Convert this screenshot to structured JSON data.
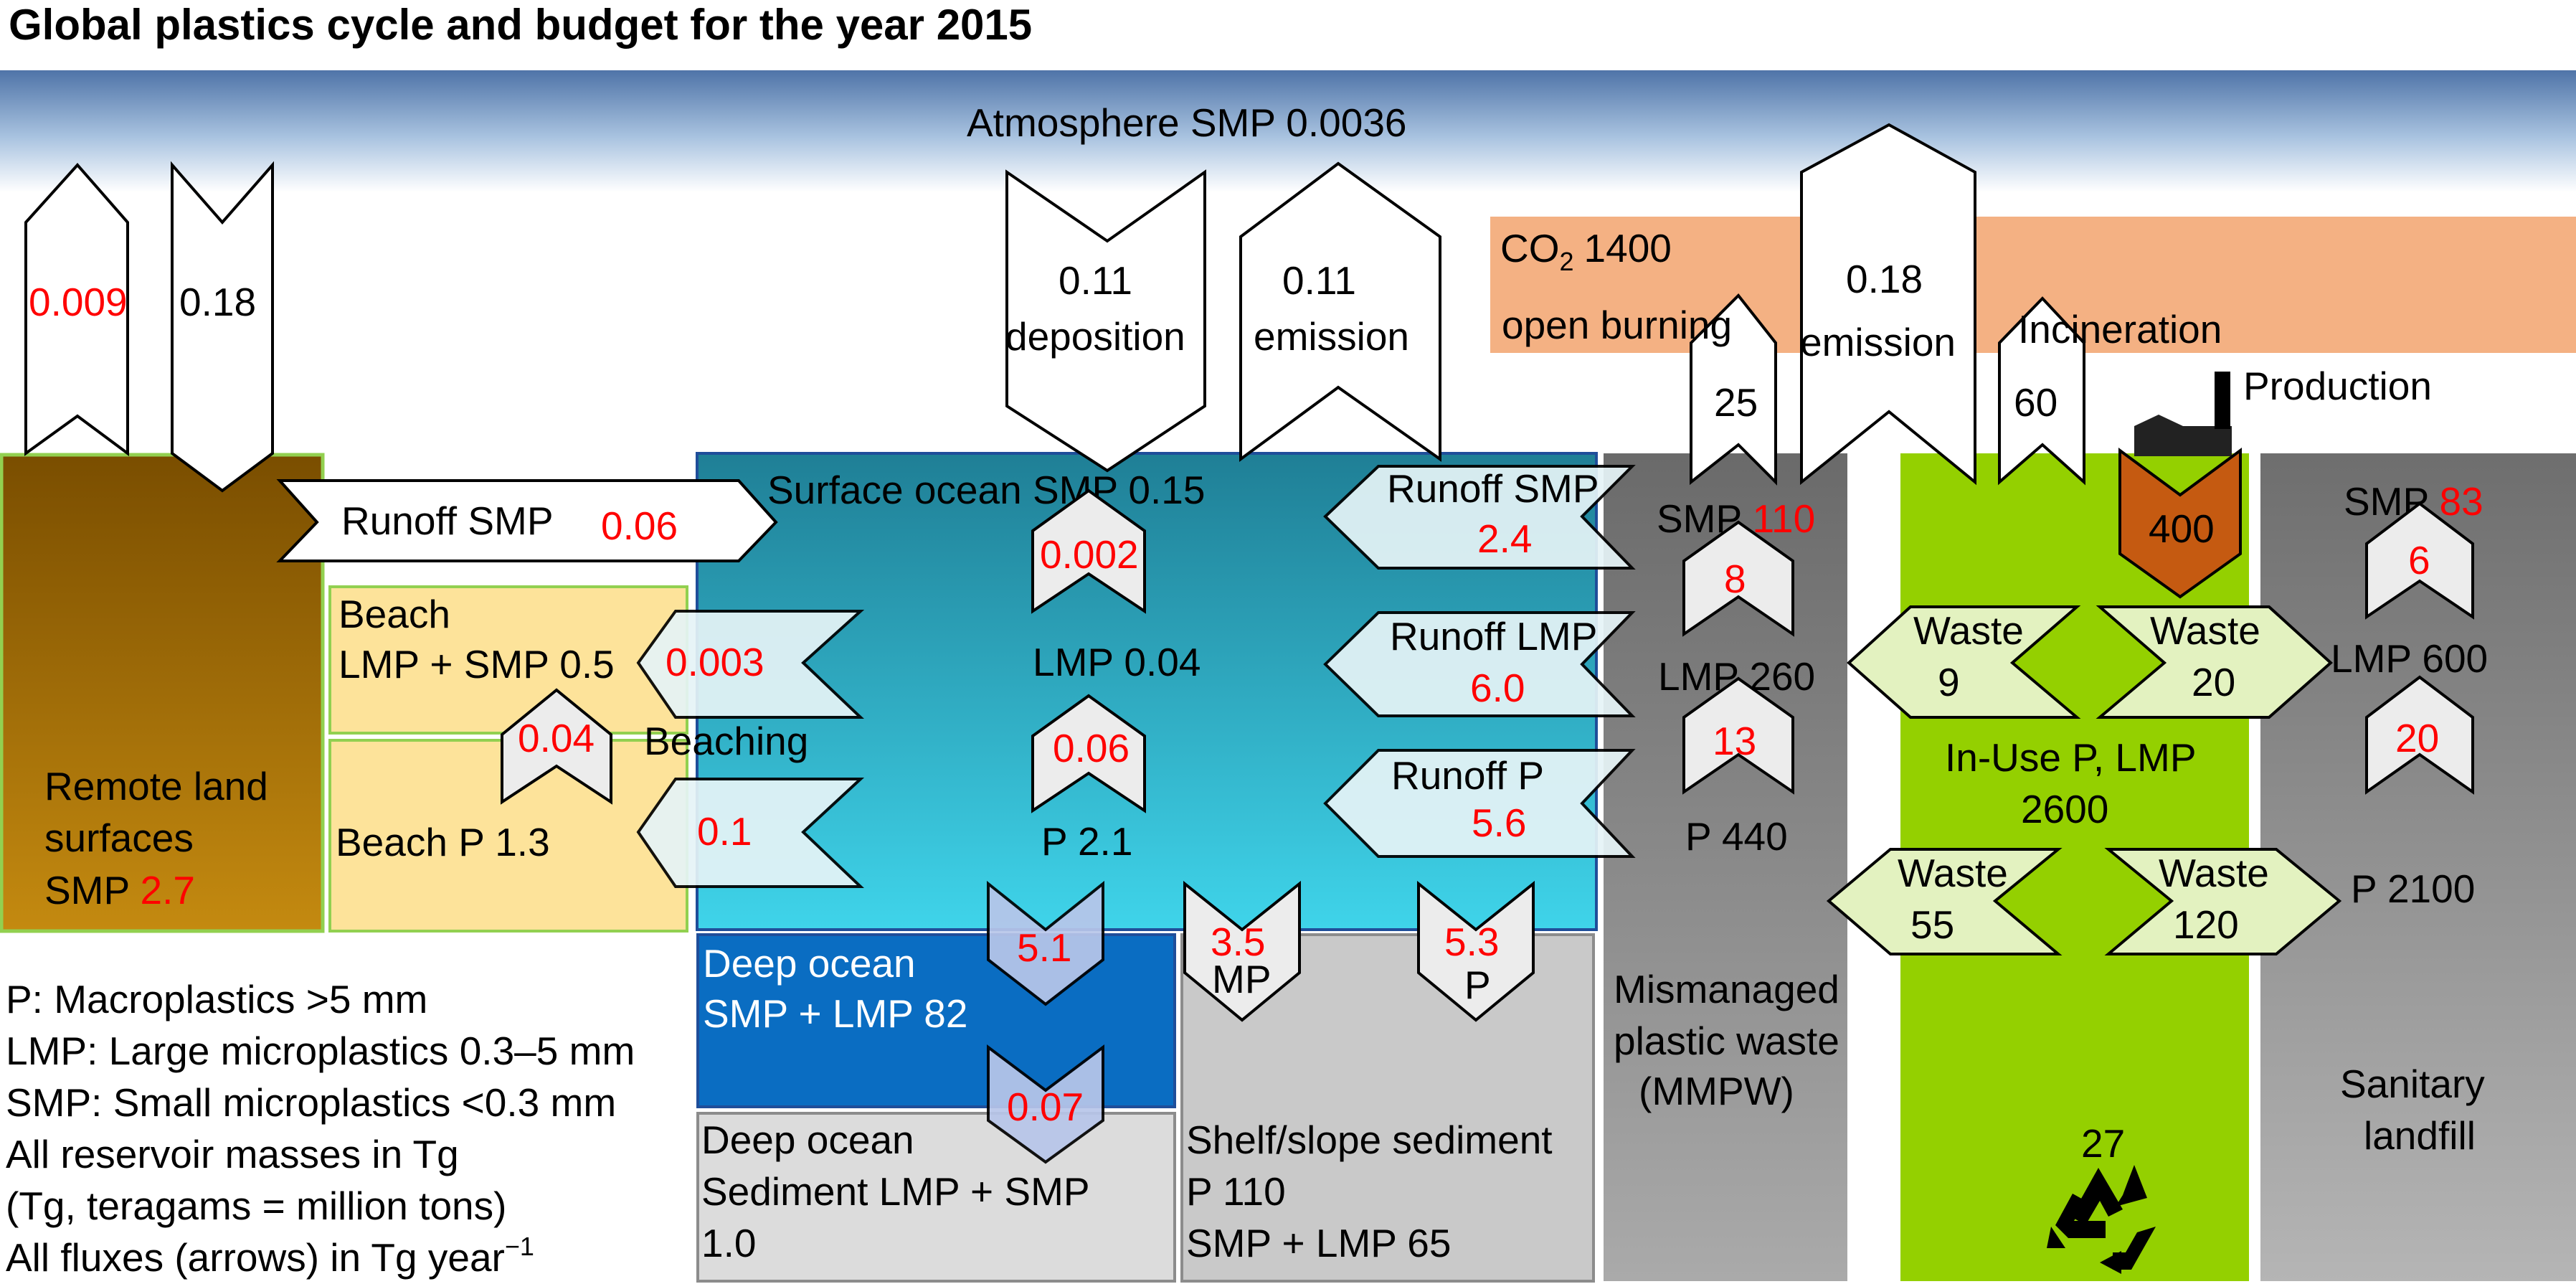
{
  "title": "Global plastics cycle and budget for the year 2015",
  "atmosphere": {
    "label": "Atmosphere SMP 0.0036"
  },
  "co2": {
    "label": "CO",
    "sub": "2",
    "value": "1400"
  },
  "remote_land": {
    "line1": "Remote land",
    "line2": "surfaces",
    "smp_label": "SMP",
    "smp_value": "2.7"
  },
  "land_atm_fluxes": {
    "up": "0.009",
    "down": "0.18"
  },
  "runoff_remote": {
    "label": "Runoff SMP",
    "value": "0.06"
  },
  "beach": {
    "line1": "Beach",
    "line2": "LMP + SMP 0.5",
    "p": "Beach P 1.3",
    "beaching": "Beaching",
    "beach_flux": "0.04"
  },
  "surface_ocean": {
    "label": "Surface ocean SMP 0.15",
    "lmp": "LMP  0.04",
    "p": "P 2.1",
    "f_smp_lmp": "0.002",
    "f_lmp_p": "0.06",
    "beach_lmp": "0.003",
    "beach_p": "0.1"
  },
  "atm_ocean": {
    "deposition_value": "0.11",
    "deposition_label": "deposition",
    "emission_value": "0.11",
    "emission_label": "emission"
  },
  "deep_ocean": {
    "line1": "Deep ocean",
    "line2": "SMP + LMP 82",
    "flux_in": "5.1",
    "flux_sed": "0.07"
  },
  "deep_sediment": {
    "line1": "Deep ocean",
    "line2": "Sediment LMP + SMP",
    "line3": "1.0"
  },
  "shelf": {
    "line1": "Shelf/slope sediment",
    "line2": "P 110",
    "line3": "SMP + LMP 65",
    "mp_value": "3.5",
    "mp_label": "MP",
    "p_value": "5.3",
    "p_label": "P"
  },
  "runoffs": [
    {
      "label": "Runoff SMP",
      "value": "2.4"
    },
    {
      "label": "Runoff LMP",
      "value": "6.0"
    },
    {
      "label": "Runoff P",
      "value": "5.6"
    }
  ],
  "mmpw": {
    "smp_label": "SMP",
    "smp_value": "110",
    "lmp": "LMP 260",
    "p": "P 440",
    "f1": "8",
    "f2": "13",
    "open_burning": "open burning",
    "burn_value": "25",
    "emission_value": "0.18",
    "emission_label": "emission",
    "line1": "Mismanaged",
    "line2": "plastic waste",
    "line3": "(MMPW)"
  },
  "inuse": {
    "label1": "In-Use P, LMP",
    "label2": "2600",
    "incineration": "Incineration",
    "incin_value": "60",
    "production_label": "Production",
    "production_value": "400",
    "recycle_value": "27",
    "wastes": [
      {
        "label": "Waste",
        "value": "9"
      },
      {
        "label": "Waste",
        "value": "20"
      },
      {
        "label": "Waste",
        "value": "55"
      },
      {
        "label": "Waste",
        "value": "120"
      }
    ]
  },
  "landfill": {
    "smp_label": "SMP",
    "smp_value": "83",
    "lmp": "LMP 600",
    "p": "P 2100",
    "f1": "6",
    "f2": "20",
    "line1": "Sanitary",
    "line2": "landfill"
  },
  "legend": [
    "P: Macroplastics >5 mm",
    "LMP: Large microplastics 0.3–5 mm",
    "SMP: Small microplastics <0.3 mm",
    "All reservoir masses in Tg",
    "(Tg, teragams = million tons)",
    "All fluxes (arrows) in Tg year",
    "−1"
  ],
  "colors": {
    "atmosphere_top": "#5b7fb0",
    "co2": "#f4b183",
    "remote_land": "#8a5a00",
    "beach": "#fde08a",
    "ocean": "#2ab0c8",
    "deep_ocean": "#0070c0",
    "sediment": "#d9d9d9",
    "mmpw": "#8c8c8c",
    "inuse": "#92d000",
    "landfill": "#a6a6a6",
    "production_arrow": "#c55a11"
  },
  "icons": [
    "factory-icon",
    "recycle-icon"
  ]
}
